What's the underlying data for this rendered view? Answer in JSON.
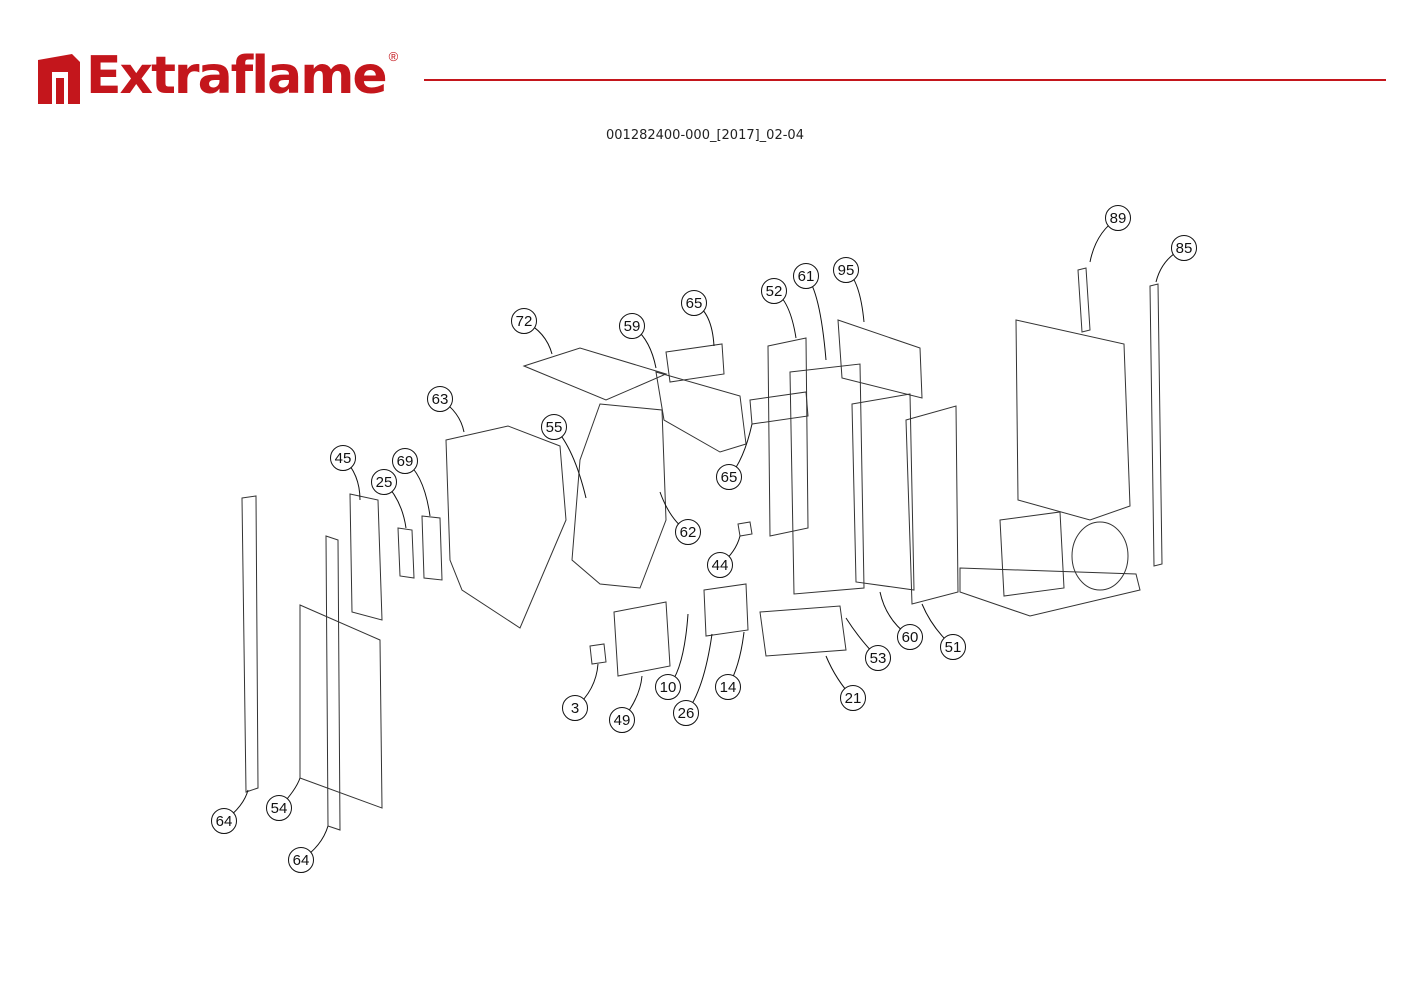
{
  "brand": {
    "name": "Extraflame",
    "registered_mark": "®",
    "accent_color": "#c4161c"
  },
  "document": {
    "code": "001282400-000_[2017]_02-04"
  },
  "diagram": {
    "type": "exploded-parts-view",
    "callouts": [
      "89",
      "85",
      "61",
      "95",
      "52",
      "65",
      "72",
      "59",
      "63",
      "55",
      "65",
      "45",
      "69",
      "25",
      "62",
      "44",
      "60",
      "51",
      "53",
      "3",
      "49",
      "10",
      "14",
      "26",
      "21",
      "64",
      "54",
      "64"
    ]
  }
}
